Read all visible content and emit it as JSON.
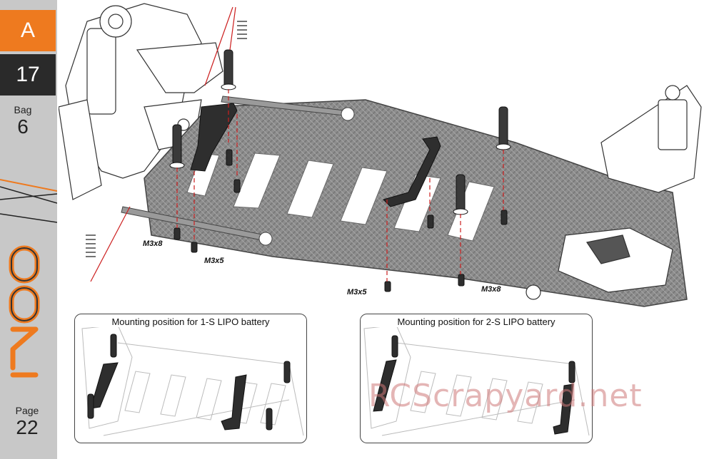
{
  "sidebar": {
    "section_letter": "A",
    "step_number": "17",
    "bag_label": "Bag",
    "bag_number": "6",
    "page_label": "Page",
    "page_number": "22",
    "logo_icon": "roller-logo-icon"
  },
  "colors": {
    "accent_orange": "#ee7a1f",
    "dark_block": "#2a2a2a",
    "sidebar_gray": "#c8c8c8",
    "guide_red": "#cc1f1f"
  },
  "screw_labels": {
    "left_m3x8": "M3x8",
    "left_m3x5": "M3x5",
    "right_m3x5": "M3x5",
    "right_m3x8": "M3x8"
  },
  "insets": [
    {
      "title": "Mounting position for 1-S LIPO battery"
    },
    {
      "title": "Mounting position for 2-S LIPO battery"
    }
  ],
  "watermark": "RCScrapyard.net"
}
